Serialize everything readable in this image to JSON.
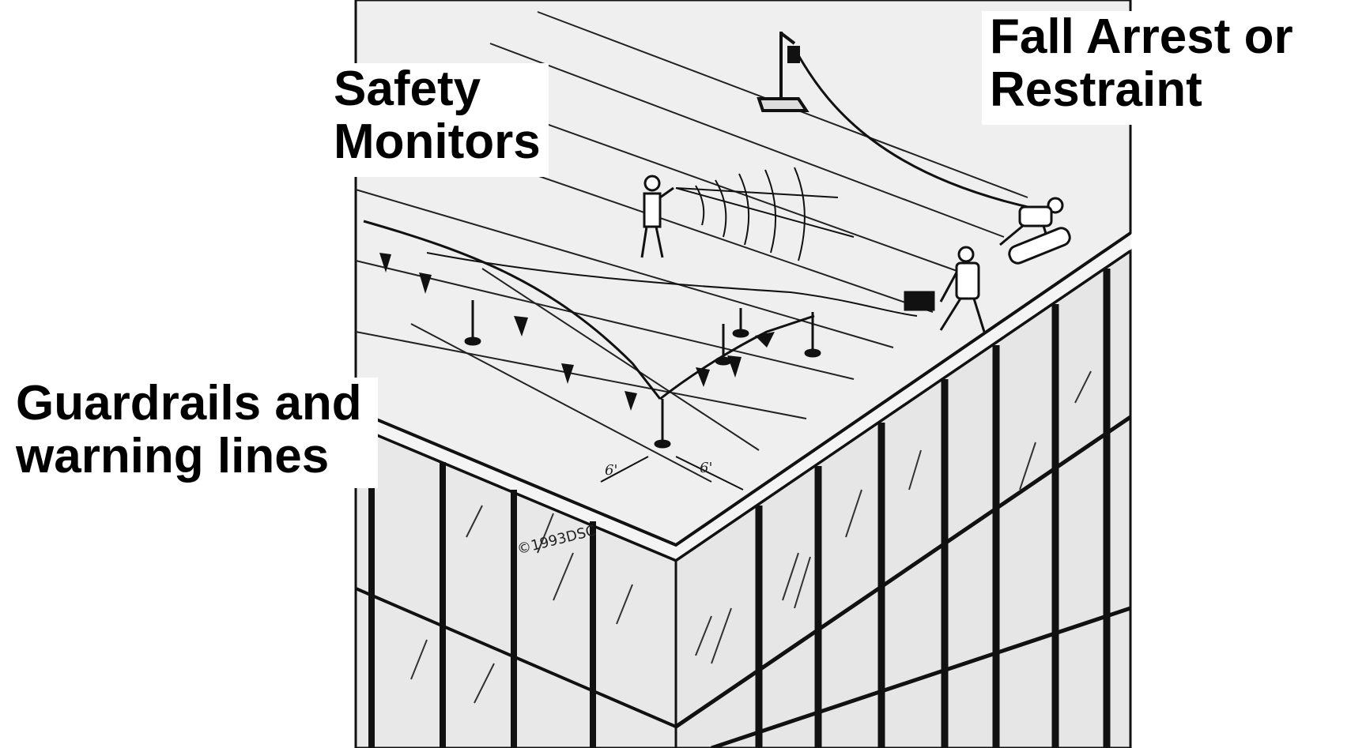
{
  "labels": {
    "safety_monitors": [
      "Safety",
      "Monitors"
    ],
    "fall_arrest": [
      "Fall Arrest or",
      "Restraint"
    ],
    "guardrails": [
      "Guardrails and",
      "warning lines"
    ]
  },
  "annotations": {
    "copyright": "©1993DSC",
    "dim_left": "6'",
    "dim_right": "6'"
  },
  "colors": {
    "ink": "#111111",
    "paper": "#ffffff",
    "roof": "#f2f2f2",
    "glass": "#e9e9e9"
  }
}
